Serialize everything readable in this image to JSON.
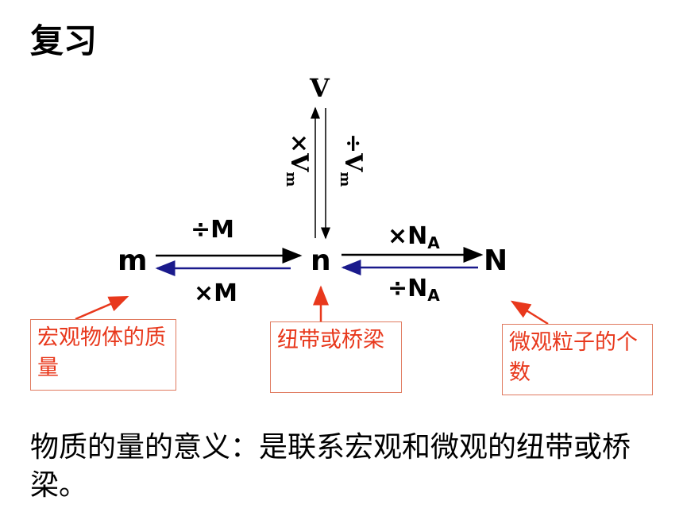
{
  "title": "复习",
  "nodes": {
    "V": "V",
    "m": "m",
    "n": "n",
    "N": "N"
  },
  "operations": {
    "div_M": "÷M",
    "mul_M": "×M",
    "mul_NA": {
      "prefix": "×N",
      "sub": "A"
    },
    "div_NA": {
      "prefix": "÷N",
      "sub": "A"
    },
    "mul_Vm": {
      "prefix": "×V",
      "sub": "m"
    },
    "div_Vm": {
      "prefix": "÷V",
      "sub": "m"
    }
  },
  "boxes": {
    "macro": "宏观物体的质量",
    "bridge": "纽带或桥梁",
    "micro": "微观粒子的个数"
  },
  "conclusion": "物质的量的意义：是联系宏观和微观的纽带或桥梁。",
  "colors": {
    "box_text": "#e8381c",
    "box_border": "#e07a5f",
    "blue_arrow": "#1a1a8c",
    "red_arrow": "#e8381c"
  }
}
